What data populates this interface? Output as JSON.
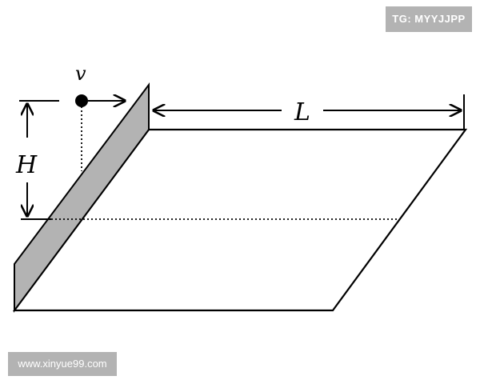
{
  "watermarks": {
    "top_right": "TG: MYYJJPP",
    "bottom_left": "www.xinyue99.com"
  },
  "labels": {
    "velocity": "v",
    "height": "H",
    "length": "L"
  },
  "colors": {
    "stroke": "#000000",
    "wall_fill": "#b3b3b3",
    "background": "#ffffff",
    "watermark_bg": "#b3b3b3"
  }
}
